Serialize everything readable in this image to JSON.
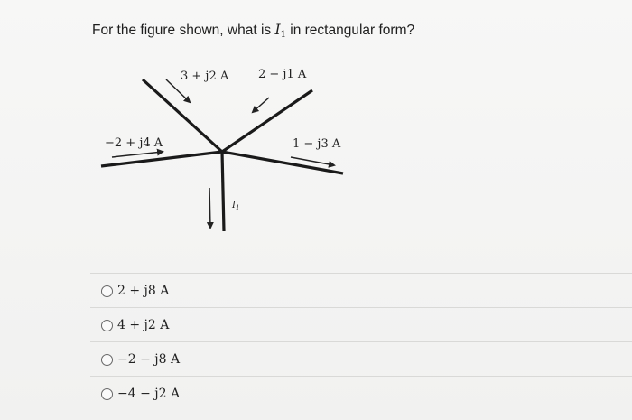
{
  "question": {
    "text_before": "For the figure shown, what is ",
    "variable": "I",
    "variable_sub": "1",
    "text_after": " in rectangular form?"
  },
  "figure": {
    "label_top": "3 + j2 A",
    "label_top_right": "2 − j1 A",
    "label_left": "−2 + j4 A",
    "label_right": "1 − j3 A",
    "label_bottom_var": "I",
    "label_bottom_sub": "1"
  },
  "options": [
    {
      "label": "2 + j8 A"
    },
    {
      "label": "4 + j2 A"
    },
    {
      "label": "−2 − j8 A"
    },
    {
      "label": "−4 − j2 A"
    }
  ]
}
